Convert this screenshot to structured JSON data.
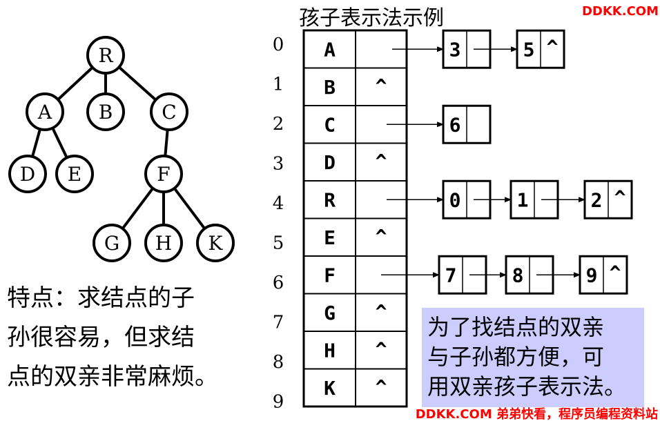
{
  "watermark_top": "DDKK.COM",
  "watermark_bottom": "DDKK.COM 弟弟快看，程序员编程资料站",
  "table_title": "孩子表示法示例",
  "tree": {
    "nodes": [
      "R",
      "A",
      "B",
      "C",
      "D",
      "E",
      "F",
      "G",
      "H",
      "K"
    ],
    "edges": [
      [
        "R",
        "A"
      ],
      [
        "R",
        "B"
      ],
      [
        "R",
        "C"
      ],
      [
        "A",
        "D"
      ],
      [
        "A",
        "E"
      ],
      [
        "C",
        "F"
      ],
      [
        "F",
        "G"
      ],
      [
        "F",
        "H"
      ],
      [
        "F",
        "K"
      ]
    ]
  },
  "feature_text": [
    "特点：求结点的子",
    "孙很容易，但求结",
    "点的双亲非常麻烦。"
  ],
  "index_labels": [
    "0",
    "1",
    "2",
    "3",
    "4",
    "5",
    "6",
    "7",
    "8",
    "9"
  ],
  "rows": [
    {
      "data": "A",
      "link": "",
      "children": [
        {
          "child": "3",
          "next": ""
        },
        {
          "child": "5",
          "next": "^"
        }
      ]
    },
    {
      "data": "B",
      "link": "^",
      "children": []
    },
    {
      "data": "C",
      "link": "",
      "children": [
        {
          "child": "6",
          "next": ""
        }
      ]
    },
    {
      "data": "D",
      "link": "^",
      "children": []
    },
    {
      "data": "R",
      "link": "",
      "children": [
        {
          "child": "0",
          "next": ""
        },
        {
          "child": "1",
          "next": ""
        },
        {
          "child": "2",
          "next": "^"
        }
      ]
    },
    {
      "data": "E",
      "link": "^",
      "children": []
    },
    {
      "data": "F",
      "link": "",
      "children": [
        {
          "child": "7",
          "next": ""
        },
        {
          "child": "8",
          "next": ""
        },
        {
          "child": "9",
          "next": "^"
        }
      ]
    },
    {
      "data": "G",
      "link": "^",
      "children": []
    },
    {
      "data": "H",
      "link": "^",
      "children": []
    },
    {
      "data": "K",
      "link": "^",
      "children": []
    }
  ],
  "note_text": [
    "为了找结点的双亲",
    "与子孙都方便，可",
    "用双亲孩子表示法。"
  ],
  "colors": {
    "watermark": "#ff0000",
    "note_bg": "#ccccff",
    "stroke": "#000000"
  }
}
